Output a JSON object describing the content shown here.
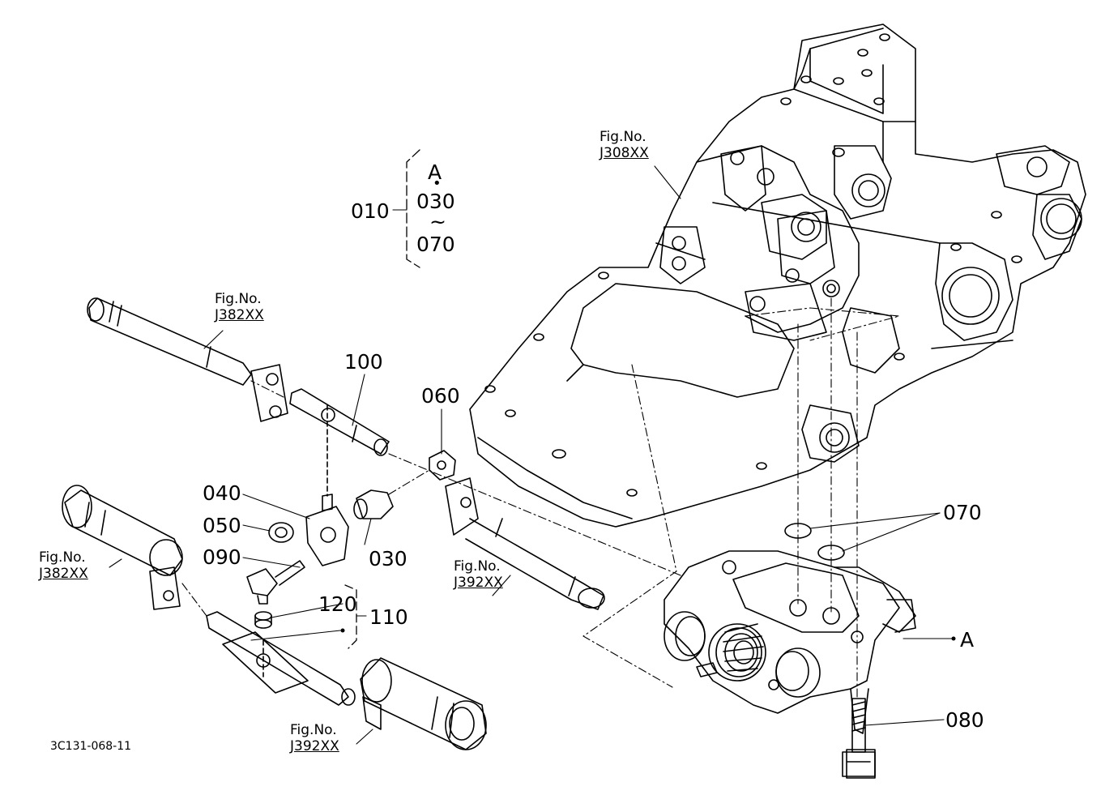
{
  "diagram_code": "3C131-068-11",
  "callouts": {
    "p010": "010",
    "p030": "030",
    "p040": "040",
    "p050": "050",
    "p060": "060",
    "p070": "070",
    "p080": "080",
    "p090": "090",
    "p100": "100",
    "p110": "110",
    "p120": "120",
    "assy_A": "A"
  },
  "kit_bracket": {
    "top": "A",
    "start": "030",
    "sep": "~",
    "end": "070"
  },
  "fig_refs": [
    {
      "line1": "Fig.No.",
      "line2": "J308XX"
    },
    {
      "line1": "Fig.No.",
      "line2": "J382XX"
    },
    {
      "line1": "Fig.No.",
      "line2": "J382XX"
    },
    {
      "line1": "Fig.No.",
      "line2": "J392XX"
    },
    {
      "line1": "Fig.No.",
      "line2": "J392XX"
    }
  ]
}
